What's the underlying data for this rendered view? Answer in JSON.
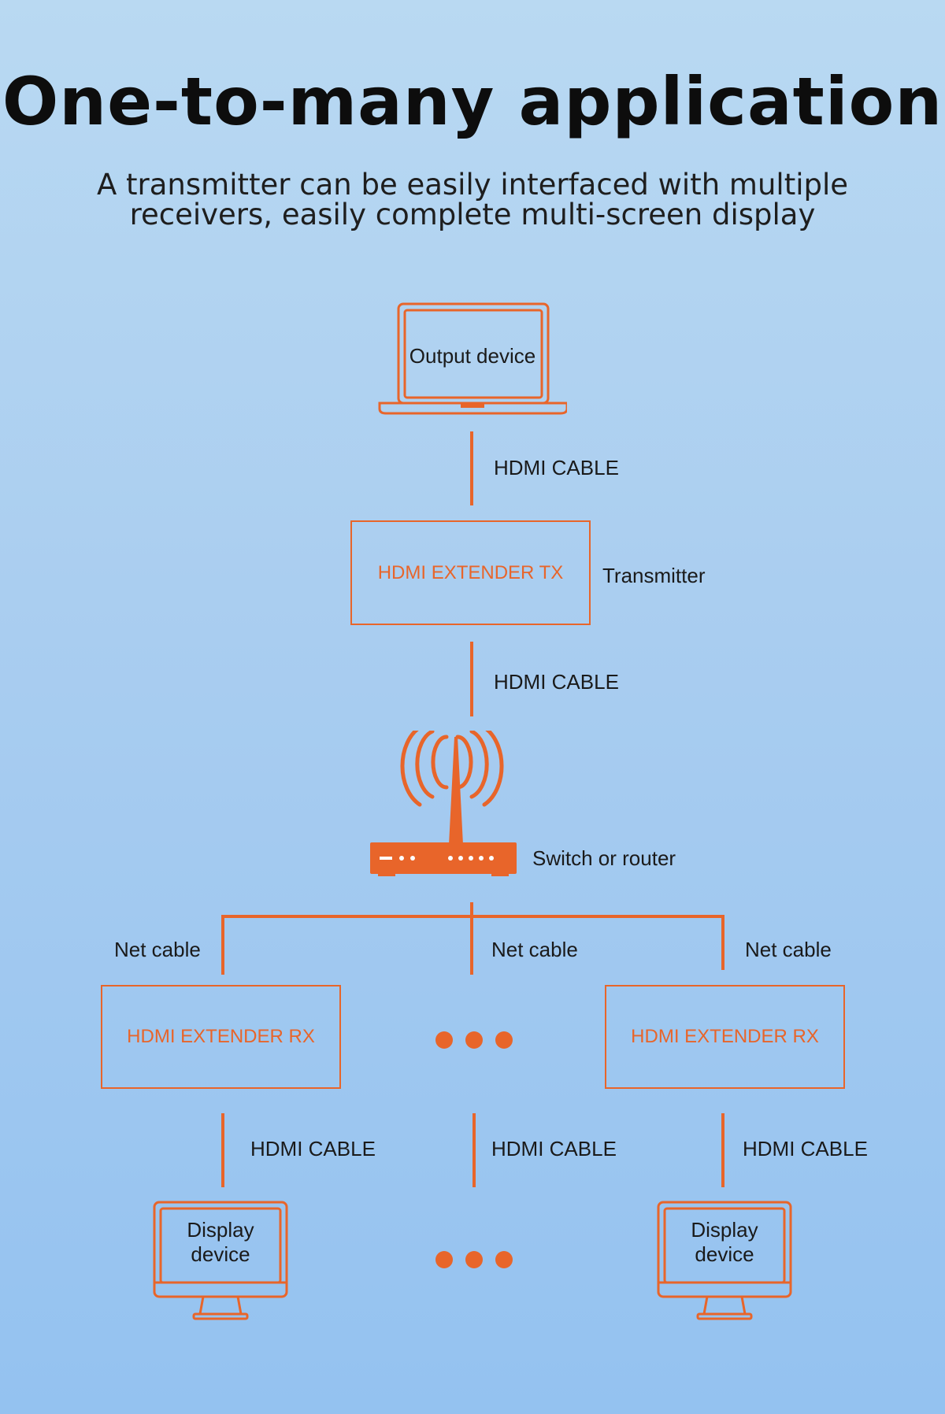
{
  "title": "One-to-many application",
  "subtitle": {
    "line1": "A transmitter can be easily interfaced with multiple",
    "line2": "receivers, easily complete multi-screen display"
  },
  "nodes": {
    "output_device": "Output device",
    "transmitter_box": "HDMI EXTENDER TX",
    "transmitter_label": "Transmitter",
    "router_label": "Switch or router",
    "receiver_box_left": "HDMI EXTENDER RX",
    "receiver_box_right": "HDMI EXTENDER RX",
    "display_left": {
      "line1": "Display",
      "line2": "device"
    },
    "display_right": {
      "line1": "Display",
      "line2": "device"
    }
  },
  "connections": {
    "hdmi_cable_1": "HDMI CABLE",
    "hdmi_cable_2": "HDMI CABLE",
    "net_cable_left": "Net cable",
    "net_cable_middle": "Net cable",
    "net_cable_right": "Net cable",
    "hdmi_cable_left": "HDMI CABLE",
    "hdmi_cable_middle": "HDMI CABLE",
    "hdmi_cable_right": "HDMI CABLE"
  },
  "colors": {
    "accent": "#e8652a",
    "text": "#1a1a1a"
  }
}
